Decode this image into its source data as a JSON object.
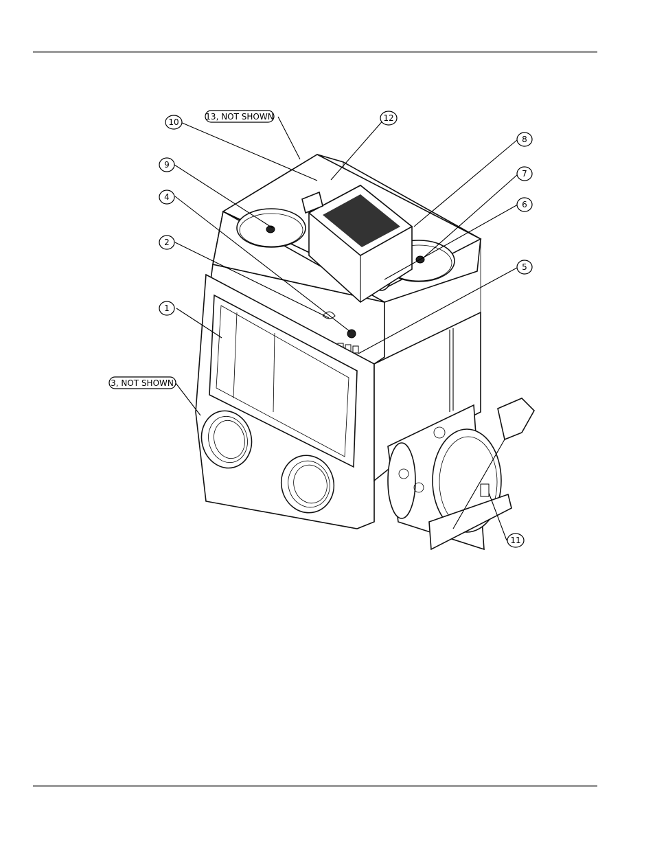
{
  "callouts": {
    "c1": "1",
    "c2": "2",
    "c3": "3, NOT SHOWN",
    "c4": "4",
    "c5": "5",
    "c6": "6",
    "c7": "7",
    "c8": "8",
    "c9": "9",
    "c10": "10",
    "c11": "11",
    "c12": "12",
    "c13": "13, NOT SHOWN"
  }
}
